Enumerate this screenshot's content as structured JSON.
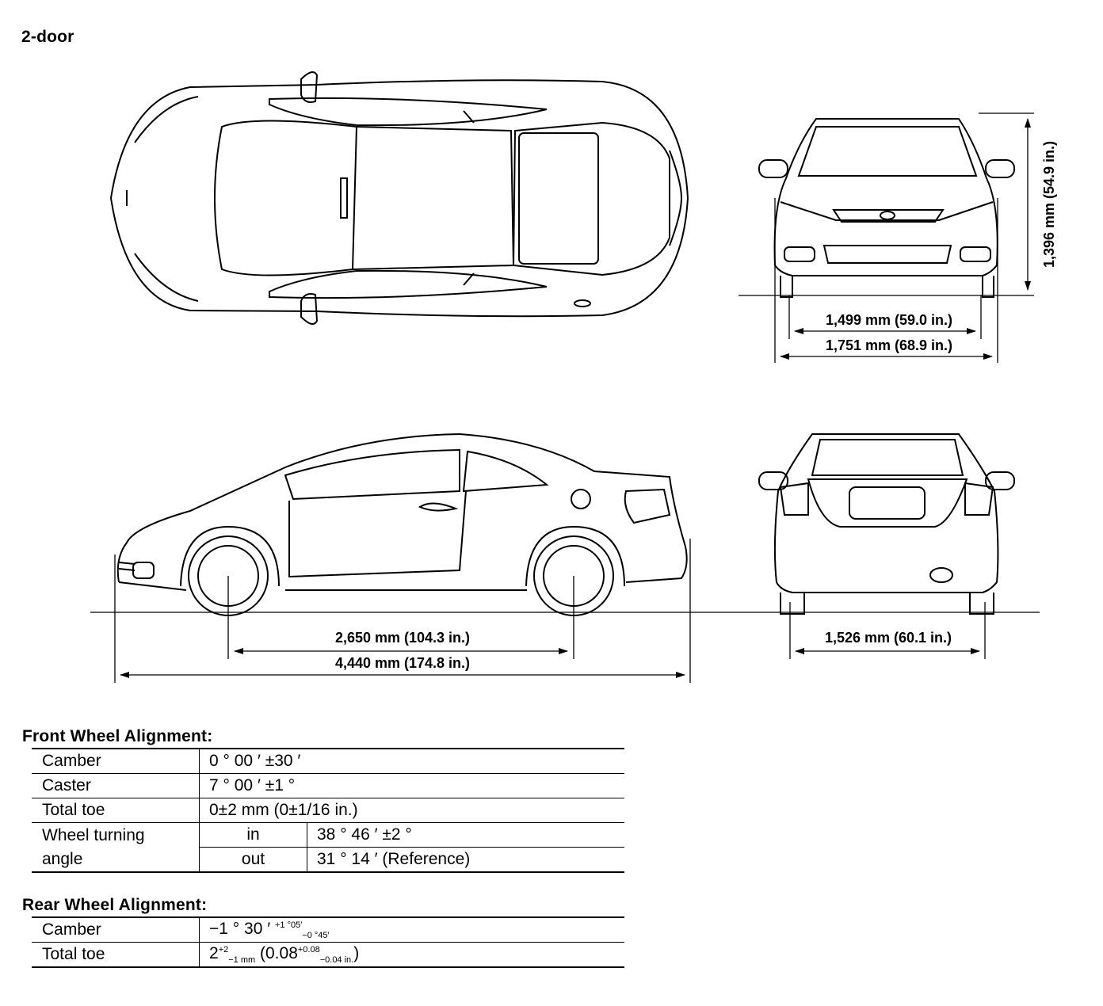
{
  "title": "2-door",
  "dimensions": {
    "height": "1,396 mm (54.9 in.)",
    "front_tread": "1,499 mm (59.0 in.)",
    "overall_width": "1,751 mm (68.9 in.)",
    "wheelbase": "2,650 mm (104.3 in.)",
    "overall_length": "4,440 mm (174.8 in.)",
    "rear_tread": "1,526 mm (60.1 in.)"
  },
  "front_alignment": {
    "heading": "Front Wheel Alignment:",
    "camber_label": "Camber",
    "camber_value": "0 ° 00 ′ ±30 ′",
    "caster_label": "Caster",
    "caster_value": "7 ° 00 ′ ±1 °",
    "toe_label": "Total toe",
    "toe_value": "0±2 mm (0±1/16 in.)",
    "turning_label_1": "Wheel turning",
    "turning_label_2": "angle",
    "in_label": "in",
    "in_value": "38 ° 46 ′ ±2 °",
    "out_label": "out",
    "out_value": "31 ° 14 ′ (Reference)"
  },
  "rear_alignment": {
    "heading": "Rear Wheel Alignment:",
    "camber_label": "Camber",
    "camber_main": "−1 ° 30 ′",
    "camber_sup": "+1 °05′",
    "camber_sub": "−0 °45′",
    "toe_label": "Total toe",
    "toe_main": "2",
    "toe_sup": "+2",
    "toe_sub": "−1 mm",
    "toe_paren_open": " (0.08",
    "toe_sup2": "+0.08",
    "toe_sub2": "−0.04 in.",
    "toe_paren_close": ")"
  }
}
